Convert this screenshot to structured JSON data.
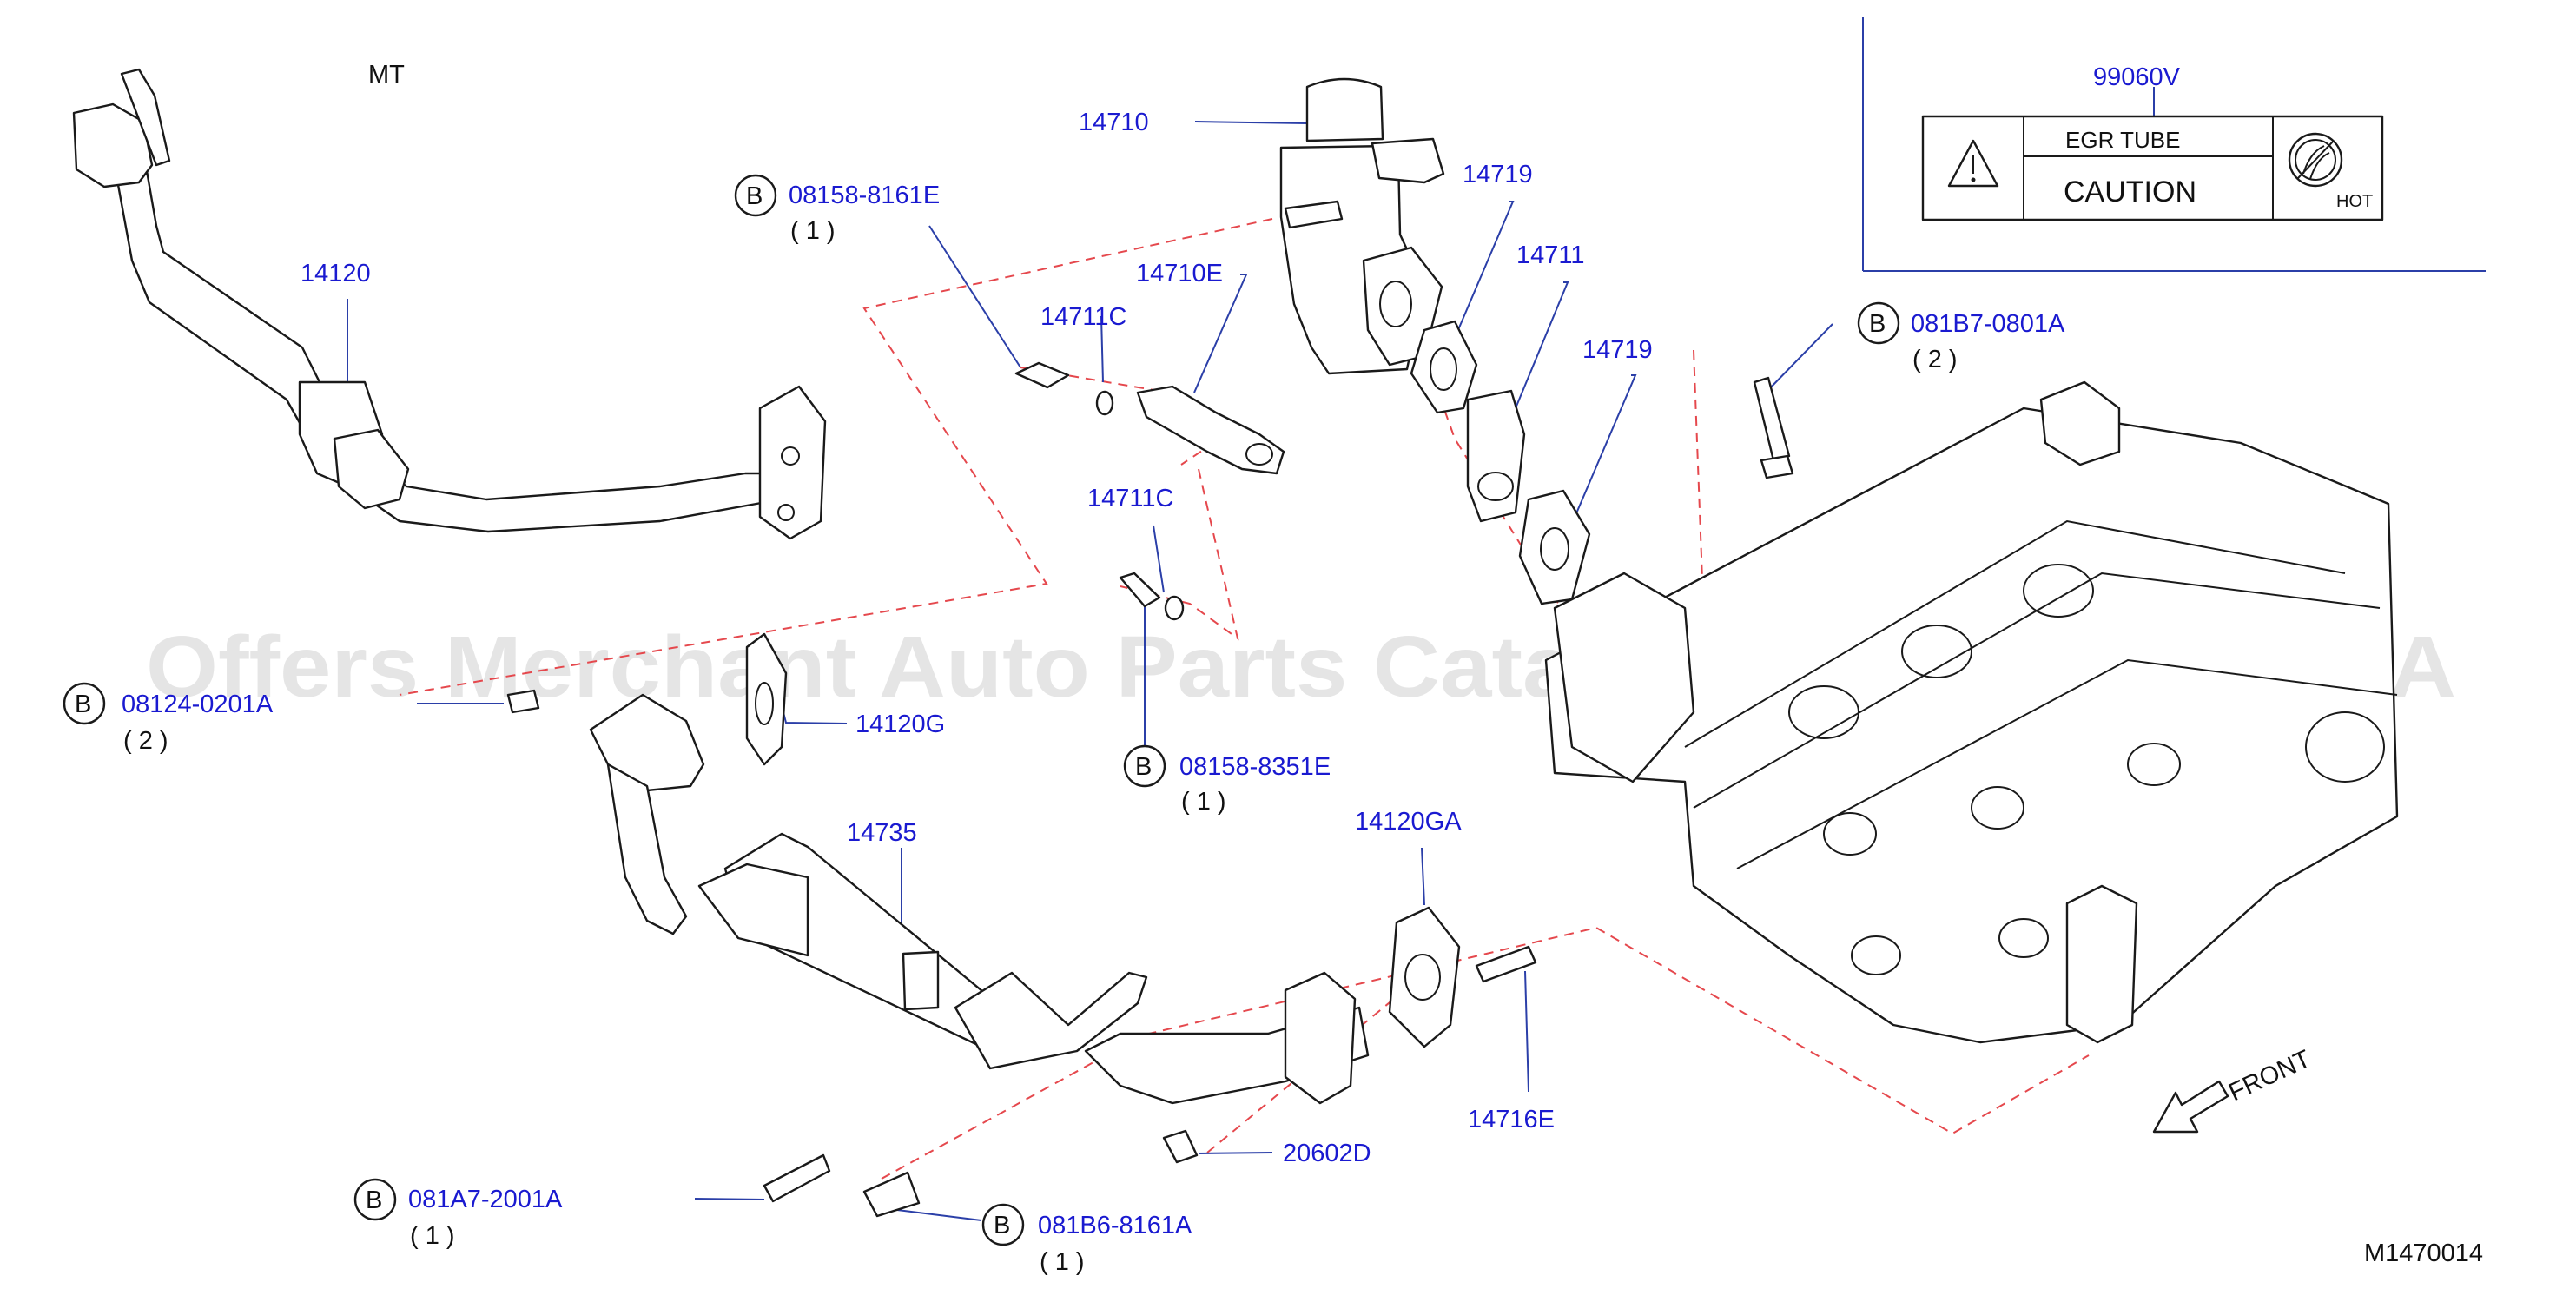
{
  "diagram": {
    "variant_label": "MT",
    "figure_code": "M1470014",
    "front_label": "FRONT",
    "watermark": "Offers Merchant Auto Parts Catalog PARTSTORE.SA",
    "bolt_marker": "B",
    "colors": {
      "part_number": "#1a1ad0",
      "leader": "#2b3fa8",
      "dashed": "#e5484d",
      "line": "#1a1a1a"
    },
    "parts": {
      "p14710": "14710",
      "p14719a": "14719",
      "p14711": "14711",
      "p14719b": "14719",
      "p14710E": "14710E",
      "p14711Ca": "14711C",
      "p14711Cb": "14711C",
      "p14120": "14120",
      "p14120G": "14120G",
      "p14735": "14735",
      "p14120GA": "14120GA",
      "p14716E": "14716E",
      "p20602D": "20602D"
    },
    "bolts": {
      "b08158_8161E": {
        "number": "08158-8161E",
        "qty": "( 1 )"
      },
      "b081B7_0801A": {
        "number": "081B7-0801A",
        "qty": "( 2 )"
      },
      "b08124_0201A": {
        "number": "08124-0201A",
        "qty": "( 2 )"
      },
      "b08158_8351E": {
        "number": "08158-8351E",
        "qty": "( 1 )"
      },
      "b081A7_2001A": {
        "number": "081A7-2001A",
        "qty": "( 1 )"
      },
      "b081B6_8161A": {
        "number": "081B6-8161A",
        "qty": "( 1 )"
      }
    },
    "label_inset": {
      "part_number": "99060V",
      "title": "EGR   TUBE",
      "caution": "CAUTION",
      "hot": "HOT",
      "icons": [
        "warning-triangle-icon",
        "hot-surface-icon"
      ]
    }
  }
}
